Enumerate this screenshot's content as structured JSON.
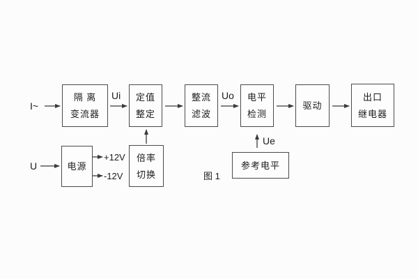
{
  "diagram": {
    "caption": "图 1",
    "colors": {
      "background": "#fcfcfc",
      "line": "#3a3a3a",
      "border": "#4a4a4a",
      "text": "#1c1c1c"
    },
    "inputs": {
      "current": "I~",
      "voltage": "U"
    },
    "signals": {
      "ui": "Ui",
      "uo": "Uo",
      "ue": "Ue",
      "pos_rail": "+12V",
      "neg_rail": "-12V"
    },
    "boxes": [
      {
        "name": "isolation-transformer",
        "lines": [
          "隔 离",
          "变流器"
        ]
      },
      {
        "name": "setpoint-adjust",
        "lines": [
          "定值",
          "整定"
        ]
      },
      {
        "name": "rectifier-filter",
        "lines": [
          "整流",
          "滤波"
        ]
      },
      {
        "name": "level-detector",
        "lines": [
          "电平",
          "检测"
        ]
      },
      {
        "name": "driver",
        "lines": [
          "驱动"
        ]
      },
      {
        "name": "output-relay",
        "lines": [
          "出口",
          "继电器"
        ]
      },
      {
        "name": "power-supply",
        "lines": [
          "电源"
        ]
      },
      {
        "name": "ratio-switch",
        "lines": [
          "倍率",
          "切换"
        ]
      },
      {
        "name": "reference-level",
        "lines": [
          "参考电平"
        ]
      }
    ]
  }
}
